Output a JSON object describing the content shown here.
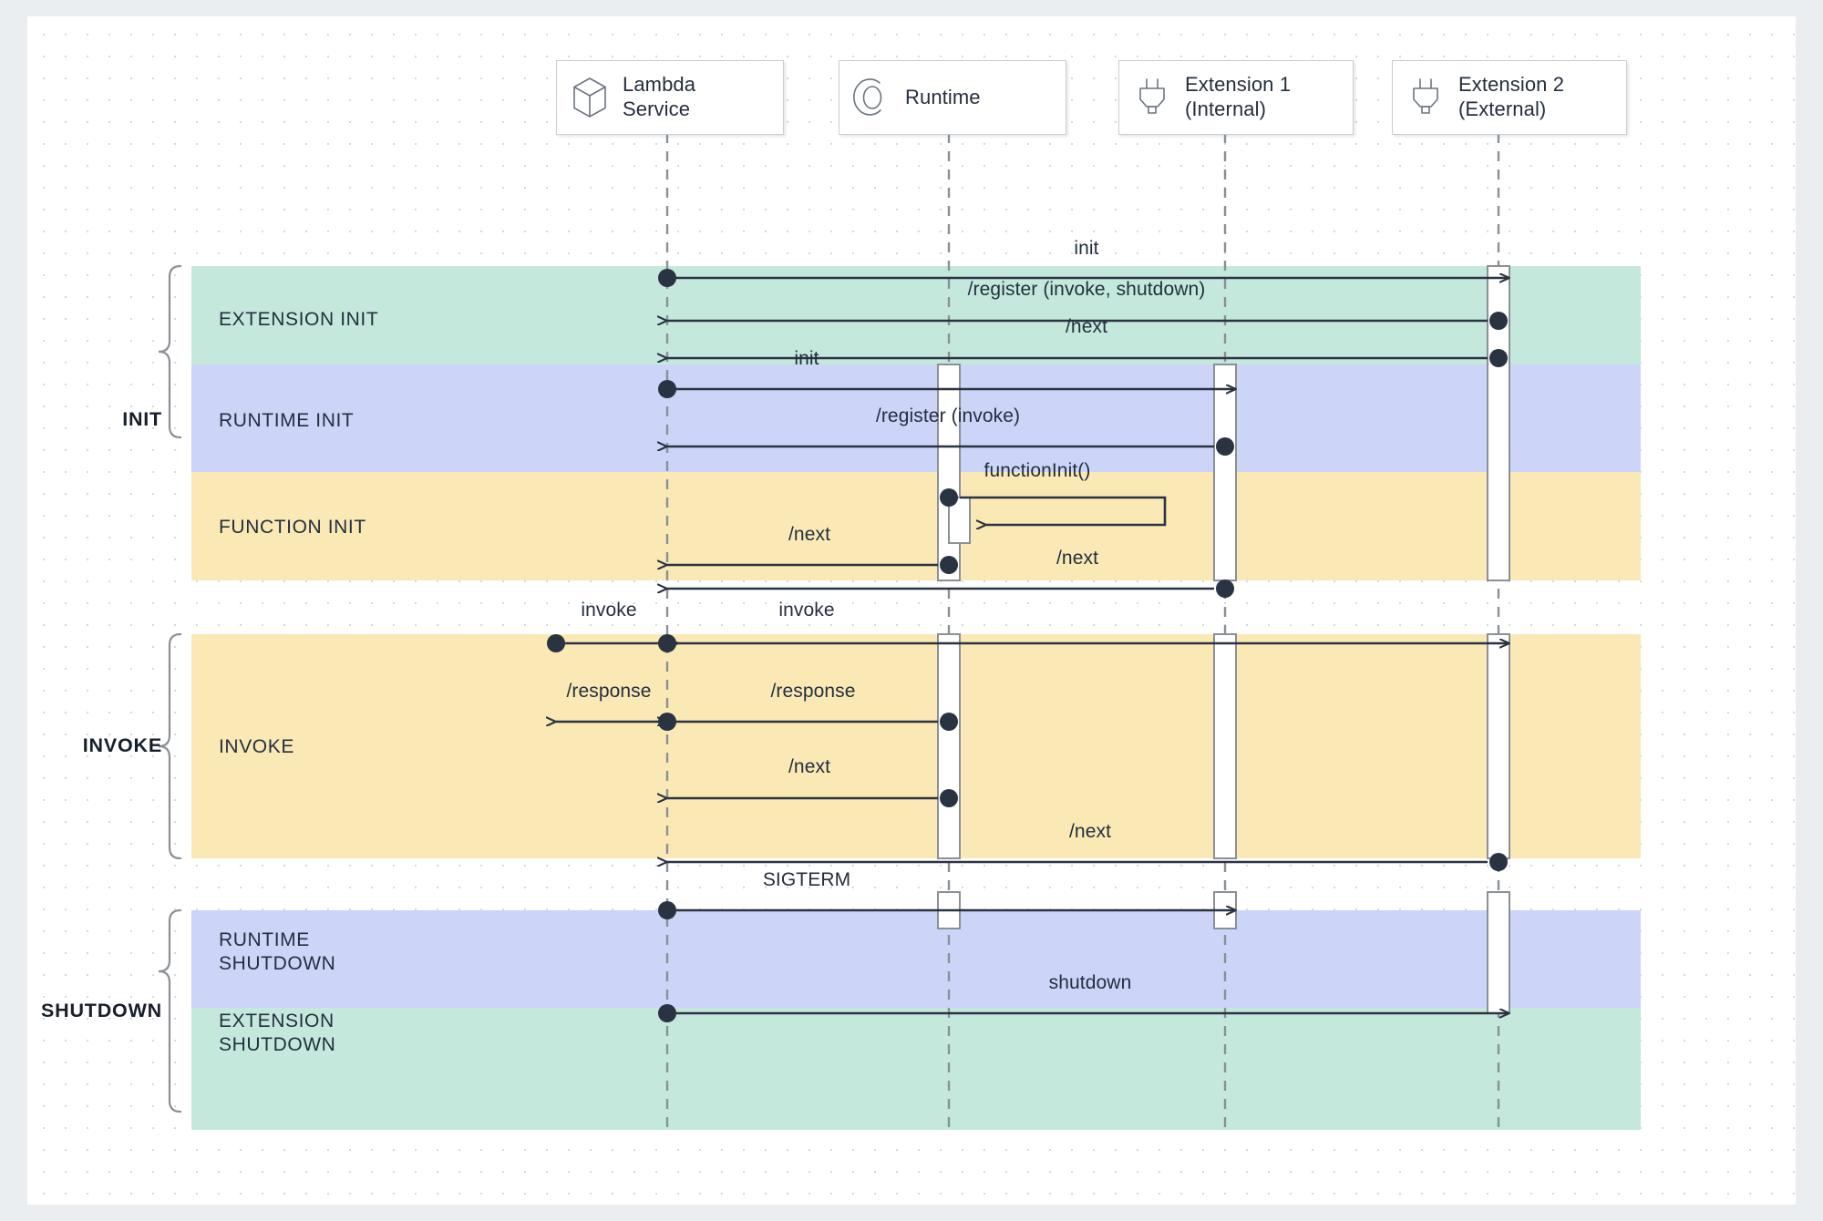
{
  "diagram": {
    "title": "AWS Lambda Extensions API lifecycle sequence diagram",
    "colors": {
      "phase_extension": "#c4e9dc",
      "phase_runtime": "#ccd5f8",
      "phase_function": "#fae9b5",
      "line": "#2a3342",
      "lifeline": "#8a8f98",
      "box_border": "#c9ced4",
      "canvas": "#ffffff",
      "page_background": "#eaeef0"
    },
    "participants": [
      {
        "id": "lambda-service",
        "label": "Lambda\nService",
        "icon": "cube-icon"
      },
      {
        "id": "runtime",
        "label": "Runtime",
        "icon": "runtime-circle-icon"
      },
      {
        "id": "extension-1",
        "label": "Extension 1\n(Internal)",
        "icon": "plug-icon"
      },
      {
        "id": "extension-2",
        "label": "Extension 2\n(External)",
        "icon": "plug-icon"
      }
    ],
    "groups": [
      {
        "id": "init",
        "label": "INIT"
      },
      {
        "id": "invoke",
        "label": "INVOKE"
      },
      {
        "id": "shutdown",
        "label": "SHUTDOWN"
      }
    ],
    "phases": [
      {
        "id": "extension-init",
        "label": "EXTENSION INIT",
        "color": "#c4e9dc",
        "group": "INIT"
      },
      {
        "id": "runtime-init",
        "label": "RUNTIME INIT",
        "color": "#ccd5f8",
        "group": "INIT"
      },
      {
        "id": "function-init",
        "label": "FUNCTION INIT",
        "color": "#fae9b5",
        "group": "INIT"
      },
      {
        "id": "invoke",
        "label": "INVOKE",
        "color": "#fae9b5",
        "group": "INVOKE"
      },
      {
        "id": "runtime-shutdown",
        "label": "RUNTIME\nSHUTDOWN",
        "color": "#ccd5f8",
        "group": "SHUTDOWN"
      },
      {
        "id": "extension-shutdown",
        "label": "EXTENSION\nSHUTDOWN",
        "color": "#c4e9dc",
        "group": "SHUTDOWN"
      }
    ],
    "messages": [
      {
        "id": "m1",
        "label": "init",
        "from": "lambda-service",
        "to": "extension-2",
        "phase": "extension-init"
      },
      {
        "id": "m2",
        "label": "/register (invoke, shutdown)",
        "from": "extension-2",
        "to": "lambda-service",
        "phase": "extension-init"
      },
      {
        "id": "m3",
        "label": "/next",
        "from": "extension-2",
        "to": "lambda-service",
        "phase": "extension-init"
      },
      {
        "id": "m4",
        "label": "init",
        "from": "lambda-service",
        "to": "extension-1",
        "phase": "runtime-init"
      },
      {
        "id": "m5",
        "label": "/register (invoke)",
        "from": "extension-1",
        "to": "lambda-service",
        "phase": "runtime-init"
      },
      {
        "id": "m6",
        "label": "functionInit()",
        "from": "runtime",
        "to": "runtime",
        "phase": "function-init"
      },
      {
        "id": "m7",
        "label": "/next",
        "from": "runtime",
        "to": "lambda-service",
        "phase": "function-init"
      },
      {
        "id": "m8",
        "label": "/next",
        "from": "extension-1",
        "to": "lambda-service",
        "phase": "function-init"
      },
      {
        "id": "m9",
        "label": "invoke",
        "from": "external",
        "to": "lambda-service",
        "phase": "invoke"
      },
      {
        "id": "m10",
        "label": "invoke",
        "from": "lambda-service",
        "to": "extension-2",
        "phase": "invoke"
      },
      {
        "id": "m11",
        "label": "/response",
        "from": "lambda-service",
        "to": "external",
        "phase": "invoke"
      },
      {
        "id": "m12",
        "label": "/response",
        "from": "runtime",
        "to": "lambda-service",
        "phase": "invoke"
      },
      {
        "id": "m13",
        "label": "/next",
        "from": "runtime",
        "to": "lambda-service",
        "phase": "invoke"
      },
      {
        "id": "m14",
        "label": "/next",
        "from": "extension-2",
        "to": "lambda-service",
        "phase": "invoke"
      },
      {
        "id": "m15",
        "label": "SIGTERM",
        "from": "lambda-service",
        "to": "extension-1",
        "phase": "runtime-shutdown"
      },
      {
        "id": "m16",
        "label": "shutdown",
        "from": "lambda-service",
        "to": "extension-2",
        "phase": "runtime-shutdown"
      }
    ]
  }
}
